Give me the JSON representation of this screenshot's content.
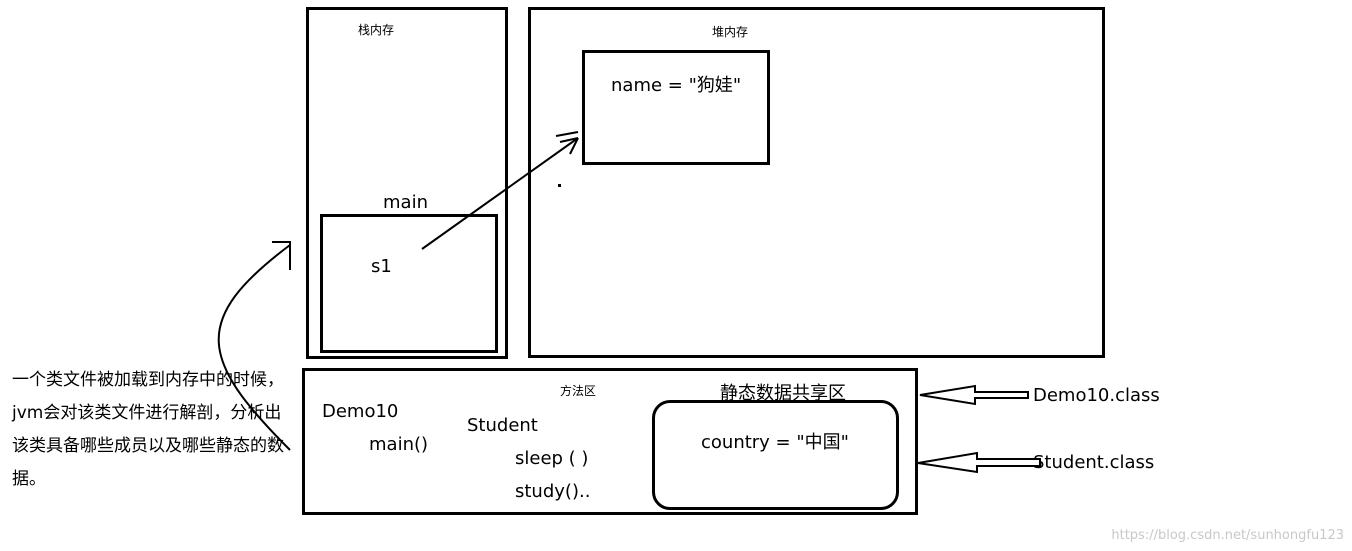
{
  "stack": {
    "title": "栈内存",
    "frame_label": "main",
    "var_label": "s1"
  },
  "heap": {
    "title": "堆内存",
    "object_text": "name = \"狗娃\""
  },
  "method_area": {
    "title": "方法区",
    "static_title": "静态数据共享区",
    "demo_class": "Demo10",
    "demo_method": "main()",
    "student_class": "Student",
    "student_method_1": "sleep ( )",
    "student_method_2": "study()..",
    "static_value": "country = \"中国\""
  },
  "classes": {
    "demo": "Demo10.class",
    "student": "Student.class"
  },
  "note": "一个类文件被加载到内存中的时候，jvm会对该类文件进行解剖，分析出该类具备哪些成员以及哪些静态的数据。",
  "watermark": "https://blog.csdn.net/sunhongfu123"
}
